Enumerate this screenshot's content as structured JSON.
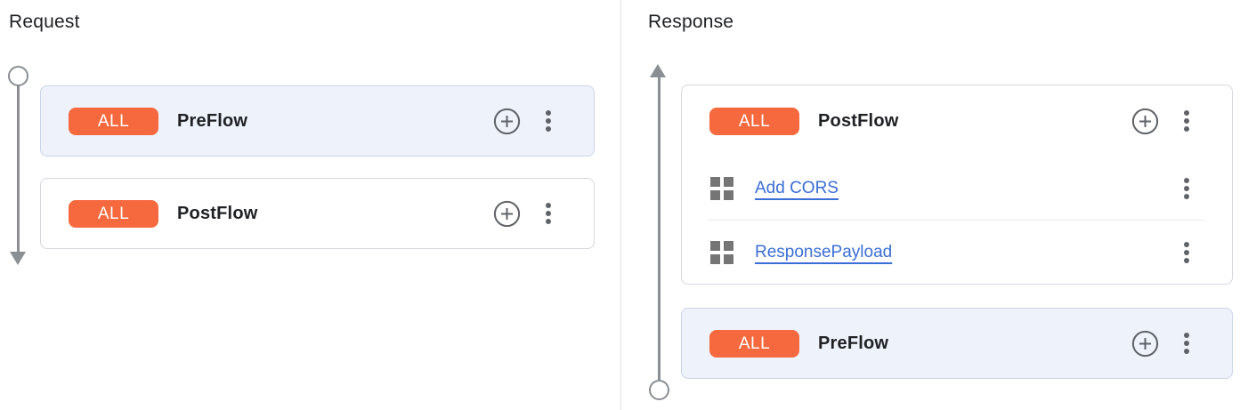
{
  "colors": {
    "accent-orange": "#F6693E",
    "link-blue": "#3B6ED6",
    "selected-card-bg": "#EEF2FB",
    "card-border": "#D5D7DD",
    "icon-gray": "#5F6368",
    "timeline-gray": "#8A8F94"
  },
  "request_panel": {
    "title": "Request",
    "flows": [
      {
        "badge": "ALL",
        "name": "PreFlow",
        "selected": true
      },
      {
        "badge": "ALL",
        "name": "PostFlow",
        "selected": false
      }
    ]
  },
  "response_panel": {
    "title": "Response",
    "flows": [
      {
        "badge": "ALL",
        "name": "PostFlow",
        "selected": false,
        "policies": [
          {
            "name": "Add CORS"
          },
          {
            "name": "ResponsePayload"
          }
        ]
      },
      {
        "badge": "ALL",
        "name": "PreFlow",
        "selected": true
      }
    ]
  },
  "icons": {
    "add_policy": "plus-circle-icon",
    "more_options": "kebab-menu-icon",
    "policy": "policy-grid-icon",
    "request_direction": "arrow-down",
    "response_direction": "arrow-up"
  }
}
